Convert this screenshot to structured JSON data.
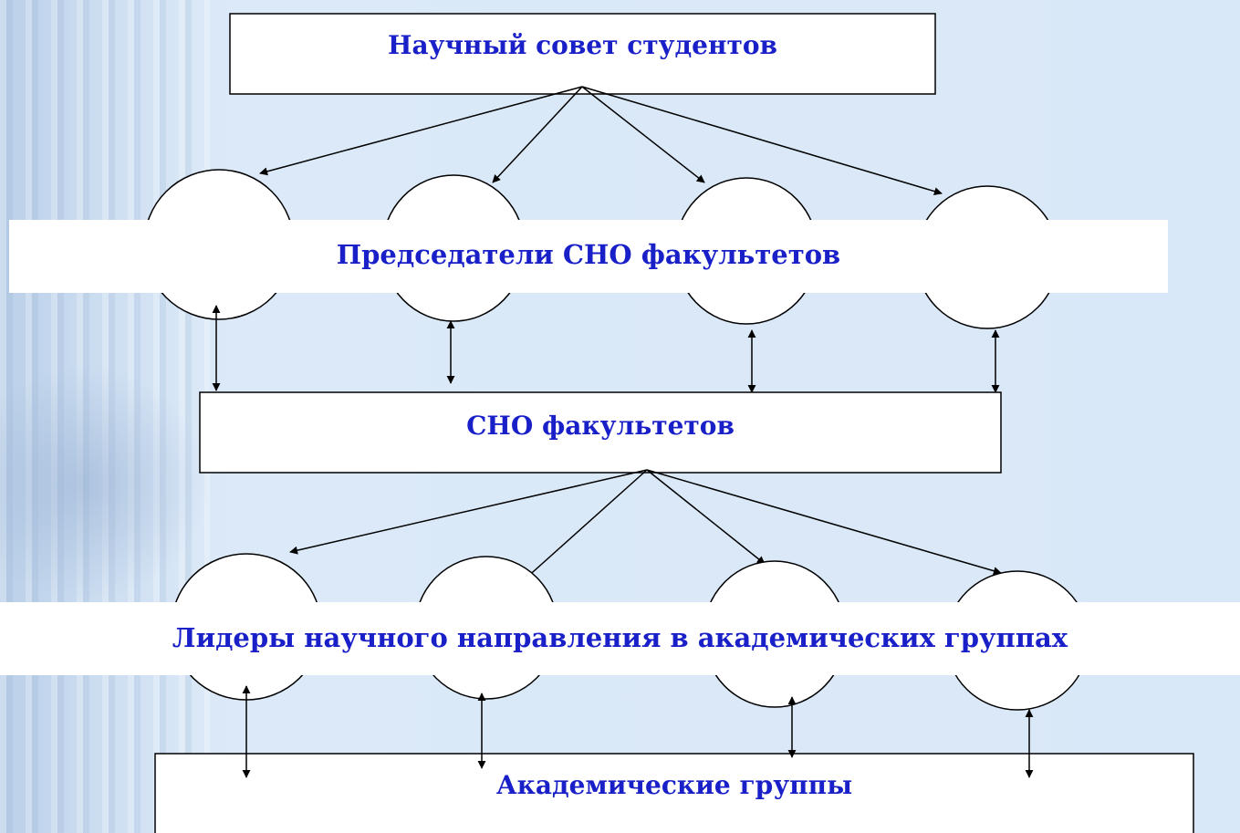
{
  "nodes": {
    "top": "Научный совет студентов",
    "chairs_band": "Председатели СНО факультетов",
    "faculty": "СНО факультетов",
    "leaders_band": "Лидеры научного направления в академических группах",
    "groups": "Академические группы"
  },
  "colors": {
    "label_text": "#1a20c8",
    "stroke": "#000000",
    "fill": "#ffffff"
  }
}
